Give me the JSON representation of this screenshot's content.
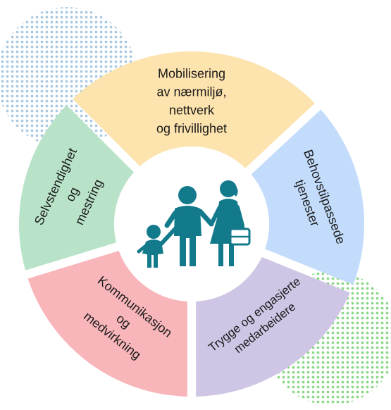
{
  "segments": [
    {
      "id": "top",
      "lines": [
        "Mobilisering",
        "av nærmiljø,",
        "nettverk",
        "og frivillighet"
      ],
      "color": "#fde3ad"
    },
    {
      "id": "right",
      "lines": [
        "Behovstilpassede",
        "tjenester"
      ],
      "color": "#c3dcfb"
    },
    {
      "id": "bottom-right",
      "lines": [
        "Trygge og engasjerte",
        "medarbeidere"
      ],
      "color": "#cfc6e6"
    },
    {
      "id": "bottom-left",
      "lines": [
        "Kommunikasjon",
        "og",
        "medvirkning"
      ],
      "color": "#f8b6bb"
    },
    {
      "id": "left",
      "lines": [
        "Selvstendighet",
        "og",
        "mestring"
      ],
      "color": "#b9e3c9"
    }
  ],
  "center": {
    "icon": "family-icon",
    "figure_color": "#137a8c"
  },
  "decor": {
    "dots_top_left": "#9fc3e0",
    "dots_bottom_right": "#7ed37a"
  }
}
